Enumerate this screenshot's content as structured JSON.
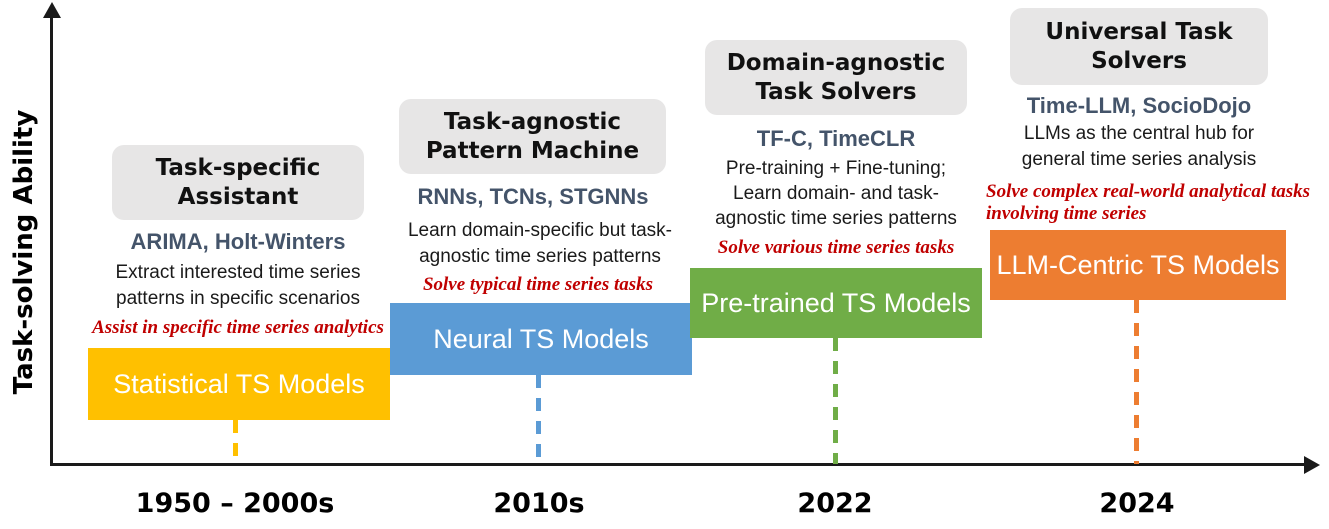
{
  "figure": {
    "y_axis_label": "Task-solving Ability"
  },
  "stages": [
    {
      "title": "Task-specific Assistant",
      "models": "ARIMA, Holt-Winters",
      "description": "Extract interested time series patterns in specific scenarios",
      "highlight": "Assist in specific time series analytics",
      "bar_label": "Statistical TS Models",
      "color": "#FFC000",
      "period": "1950 – 2000s"
    },
    {
      "title": "Task-agnostic Pattern Machine",
      "models": "RNNs, TCNs, STGNNs",
      "description": "Learn domain-specific but task-agnostic time series patterns",
      "highlight": "Solve typical time series tasks",
      "bar_label": "Neural TS Models",
      "color": "#5B9BD5",
      "period": "2010s"
    },
    {
      "title": "Domain-agnostic Task Solvers",
      "models": "TF-C, TimeCLR",
      "description": "Pre-training + Fine-tuning; Learn domain- and task-agnostic time series patterns",
      "highlight": "Solve various time series tasks",
      "bar_label": "Pre-trained TS Models",
      "color": "#70AD47",
      "period": "2022"
    },
    {
      "title": "Universal Task Solvers",
      "models": "Time-LLM, SocioDojo",
      "description": "LLMs as the central hub for general time series analysis",
      "highlight": "Solve complex real-world analytical tasks involving time series",
      "bar_label": "LLM-Centric TS Models",
      "color": "#ED7D31",
      "period": "2024"
    }
  ],
  "colors": {
    "heading_background": "#E7E6E6",
    "models_text": "#44546A",
    "highlight_text": "#C00000",
    "axis": "#1A1A1A"
  }
}
